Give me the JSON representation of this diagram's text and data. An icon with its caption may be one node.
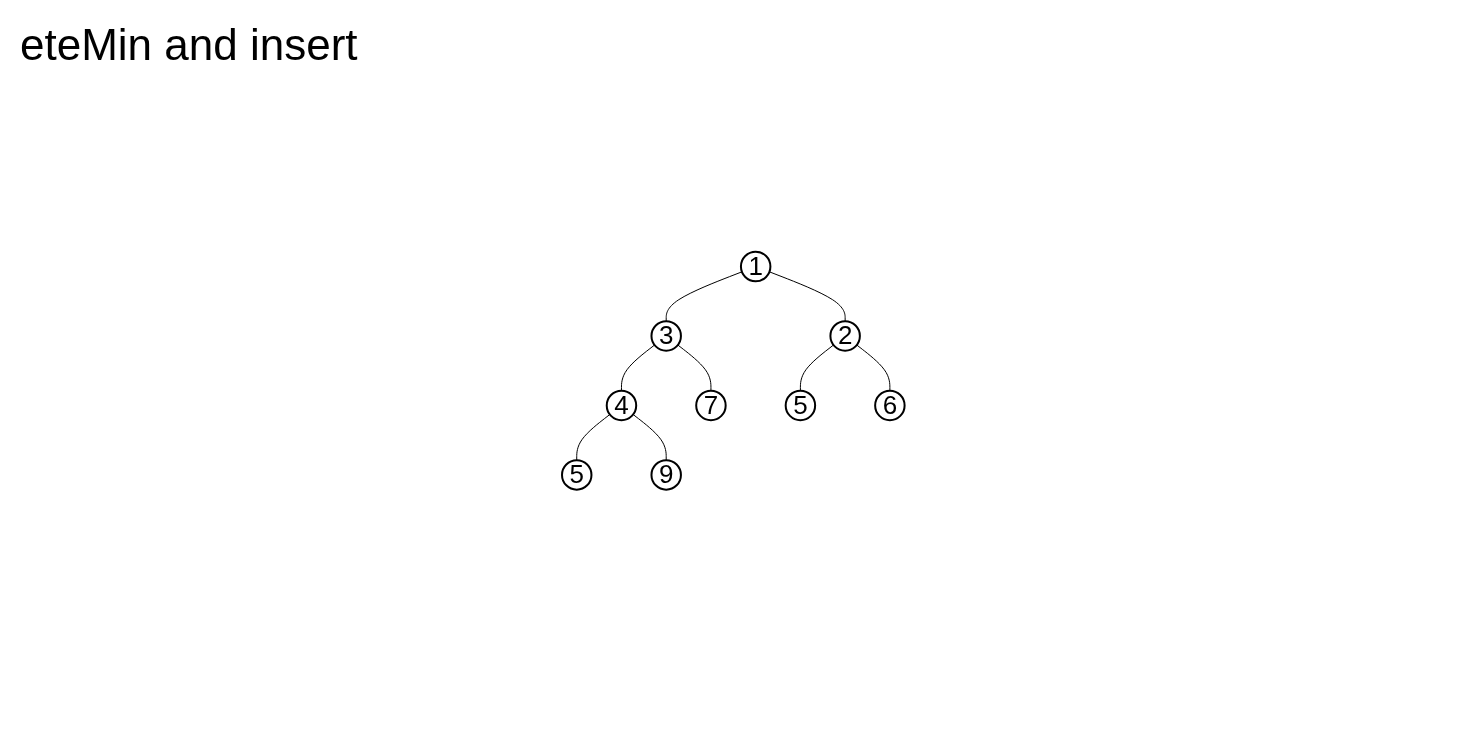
{
  "diagram": {
    "title": "eteMin and insert",
    "nodes": [
      {
        "text": [
          "1"
        ]
      },
      {
        "text": [
          "3"
        ]
      },
      {
        "text": [
          "2"
        ]
      },
      {
        "text": [
          "4"
        ]
      },
      {
        "text": [
          "7"
        ]
      },
      {
        "text": [
          "5"
        ]
      },
      {
        "text": [
          "6"
        ]
      },
      {
        "text": [
          "5"
        ]
      },
      {
        "text": [
          "9"
        ]
      }
    ],
    "edges": [
      {
        "from": 0,
        "to": 1,
        "arrow": "none"
      },
      {
        "from": 0,
        "to": 2,
        "arrow": "none"
      },
      {
        "from": 1,
        "to": 3,
        "arrow": "none"
      },
      {
        "from": 1,
        "to": 4,
        "arrow": "none"
      },
      {
        "from": 2,
        "to": 5,
        "arrow": "none"
      },
      {
        "from": 2,
        "to": 6,
        "arrow": "none"
      },
      {
        "from": 3,
        "to": 7,
        "arrow": "none"
      },
      {
        "from": 3,
        "to": 8,
        "arrow": "none"
      }
    ]
  }
}
